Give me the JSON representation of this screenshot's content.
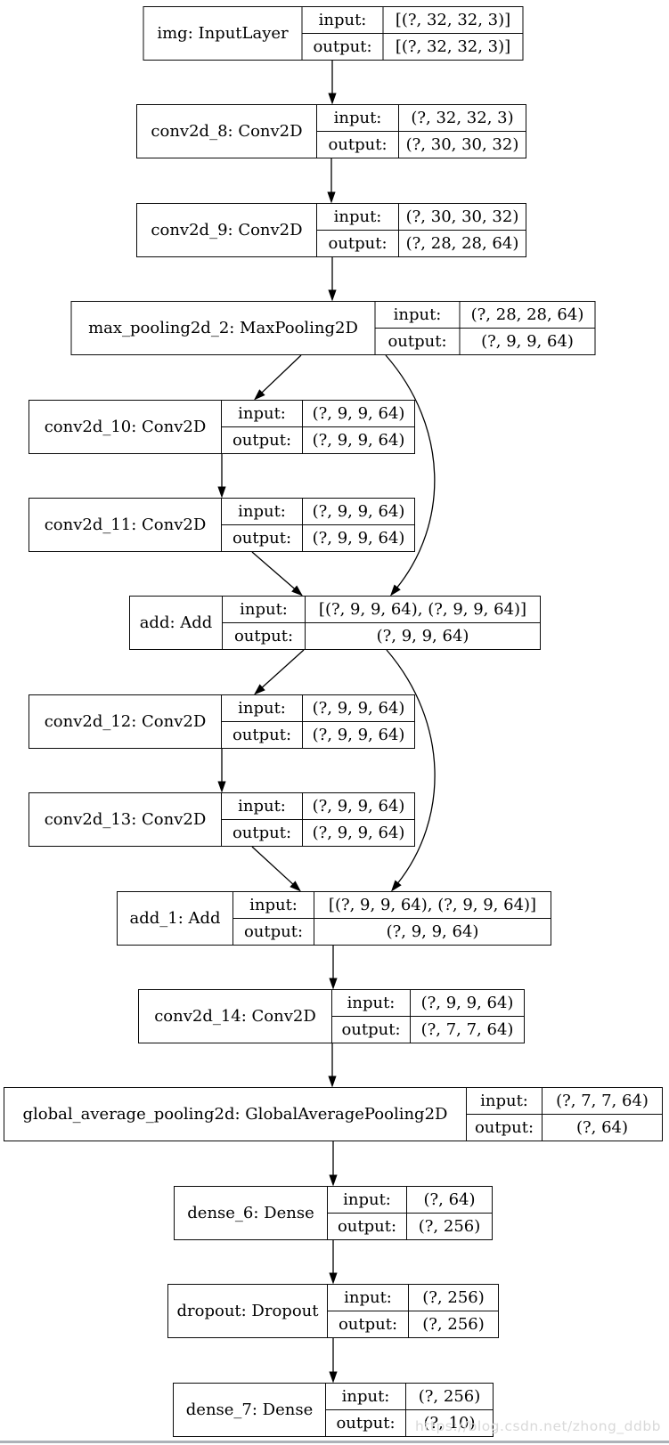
{
  "diagram": {
    "type": "keras-model-architecture-graph",
    "io_labels": {
      "input": "input:",
      "output": "output:"
    },
    "nodes": [
      {
        "id": "img",
        "label": "img: InputLayer",
        "input": "[(?, 32, 32, 3)]",
        "output": "[(?, 32, 32, 3)]"
      },
      {
        "id": "conv2d_8",
        "label": "conv2d_8: Conv2D",
        "input": "(?, 32, 32, 3)",
        "output": "(?, 30, 30, 32)"
      },
      {
        "id": "conv2d_9",
        "label": "conv2d_9: Conv2D",
        "input": "(?, 30, 30, 32)",
        "output": "(?, 28, 28, 64)"
      },
      {
        "id": "max_pooling2d_2",
        "label": "max_pooling2d_2: MaxPooling2D",
        "input": "(?, 28, 28, 64)",
        "output": "(?, 9, 9, 64)"
      },
      {
        "id": "conv2d_10",
        "label": "conv2d_10: Conv2D",
        "input": "(?, 9, 9, 64)",
        "output": "(?, 9, 9, 64)"
      },
      {
        "id": "conv2d_11",
        "label": "conv2d_11: Conv2D",
        "input": "(?, 9, 9, 64)",
        "output": "(?, 9, 9, 64)"
      },
      {
        "id": "add",
        "label": "add: Add",
        "input": "[(?, 9, 9, 64), (?, 9, 9, 64)]",
        "output": "(?, 9, 9, 64)"
      },
      {
        "id": "conv2d_12",
        "label": "conv2d_12: Conv2D",
        "input": "(?, 9, 9, 64)",
        "output": "(?, 9, 9, 64)"
      },
      {
        "id": "conv2d_13",
        "label": "conv2d_13: Conv2D",
        "input": "(?, 9, 9, 64)",
        "output": "(?, 9, 9, 64)"
      },
      {
        "id": "add_1",
        "label": "add_1: Add",
        "input": "[(?, 9, 9, 64), (?, 9, 9, 64)]",
        "output": "(?, 9, 9, 64)"
      },
      {
        "id": "conv2d_14",
        "label": "conv2d_14: Conv2D",
        "input": "(?, 9, 9, 64)",
        "output": "(?, 7, 7, 64)"
      },
      {
        "id": "global_average_pooling2d",
        "label": "global_average_pooling2d: GlobalAveragePooling2D",
        "input": "(?, 7, 7, 64)",
        "output": "(?, 64)"
      },
      {
        "id": "dense_6",
        "label": "dense_6: Dense",
        "input": "(?, 64)",
        "output": "(?, 256)"
      },
      {
        "id": "dropout",
        "label": "dropout: Dropout",
        "input": "(?, 256)",
        "output": "(?, 256)"
      },
      {
        "id": "dense_7",
        "label": "dense_7: Dense",
        "input": "(?, 256)",
        "output": "(?, 10)"
      }
    ],
    "edges": [
      {
        "from": "img",
        "to": "conv2d_8"
      },
      {
        "from": "conv2d_8",
        "to": "conv2d_9"
      },
      {
        "from": "conv2d_9",
        "to": "max_pooling2d_2"
      },
      {
        "from": "max_pooling2d_2",
        "to": "conv2d_10"
      },
      {
        "from": "max_pooling2d_2",
        "to": "add"
      },
      {
        "from": "conv2d_10",
        "to": "conv2d_11"
      },
      {
        "from": "conv2d_11",
        "to": "add"
      },
      {
        "from": "add",
        "to": "conv2d_12"
      },
      {
        "from": "add",
        "to": "add_1"
      },
      {
        "from": "conv2d_12",
        "to": "conv2d_13"
      },
      {
        "from": "conv2d_13",
        "to": "add_1"
      },
      {
        "from": "add_1",
        "to": "conv2d_14"
      },
      {
        "from": "conv2d_14",
        "to": "global_average_pooling2d"
      },
      {
        "from": "global_average_pooling2d",
        "to": "dense_6"
      },
      {
        "from": "dense_6",
        "to": "dropout"
      },
      {
        "from": "dropout",
        "to": "dense_7"
      }
    ],
    "watermark": "https://blog.csdn.net/zhong_ddbb",
    "colors": {
      "node_border": "#0a0a0a",
      "node_background": "#ffffff",
      "edge": "#000000",
      "text": "#000000",
      "watermark_text": "#d9d9d9",
      "page_background": "#ffffff",
      "bottom_divider": "#adb2b8"
    }
  }
}
